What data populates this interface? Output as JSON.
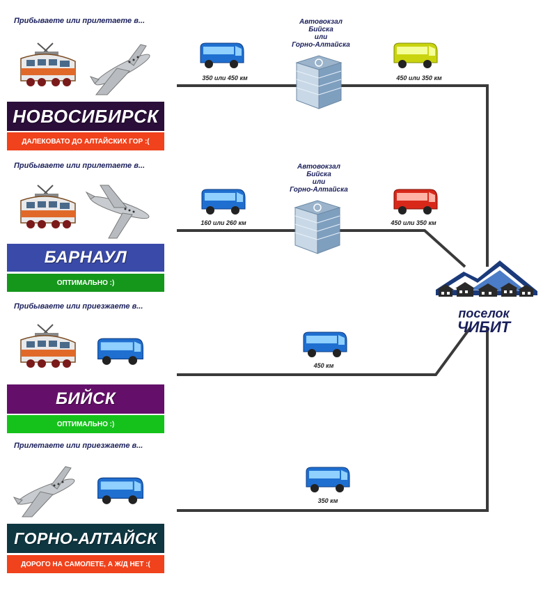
{
  "rows": [
    {
      "intro": "Прибываете или прилетаете в...",
      "city": "НОВОСИБИРСК",
      "city_color": "#2b0e3a",
      "note": "ДАЛЕКОВАТО ДО АЛТАЙСКИХ ГОР :(",
      "note_color": "#f0421c",
      "dist1": "350 или 450 км",
      "dist2": "450 или 350 км",
      "station": [
        "Автовокзал",
        "Бийска",
        "или",
        "Горно-Алтайска"
      ],
      "bus2_color": "#c9d40f"
    },
    {
      "intro": "Прибываете или прилетаете в...",
      "city": "БАРНАУЛ",
      "city_color": "#3a4aa8",
      "note": "ОПТИМАЛЬНО :)",
      "note_color": "#15971b",
      "dist1": "160 или 260 км",
      "dist2": "450 или 350 км",
      "station": [
        "Автовокзал",
        "Бийска",
        "или",
        "Горно-Алтайска"
      ],
      "bus2_color": "#d8281a"
    },
    {
      "intro": "Прибываете или приезжаете в...",
      "city": "БИЙСК",
      "city_color": "#64106a",
      "note": "ОПТИМАЛЬНО :)",
      "note_color": "#15c21b",
      "dist1": "450 км"
    },
    {
      "intro": "Прилетаете или приезжаете в...",
      "city": "ГОРНО-АЛТАЙСК",
      "city_color": "#0f3742",
      "note": "ДОРОГО НА САМОЛЕТЕ, А Ж/Д НЕТ :(",
      "note_color": "#f0421c",
      "dist1": "350 км"
    }
  ],
  "destination": {
    "line1": "поселок",
    "line2": "ЧИБИТ"
  },
  "colors": {
    "route_line": "#3a3a3a",
    "bus_blue": "#1f6fd0",
    "label_navy": "#1a1f5a"
  }
}
